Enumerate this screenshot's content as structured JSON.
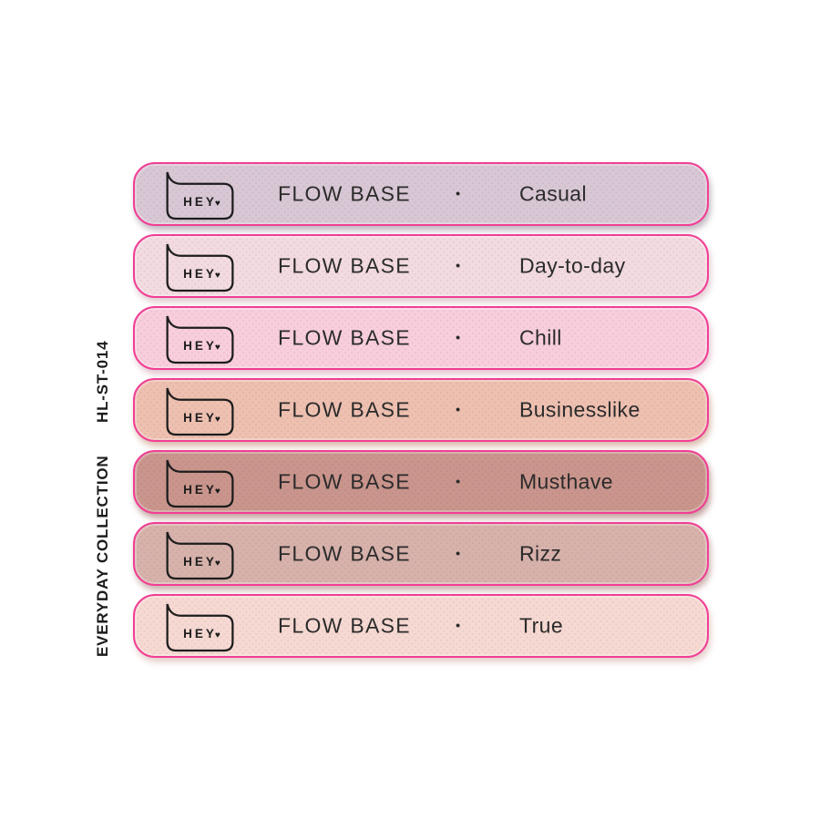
{
  "page": {
    "background": "#ffffff"
  },
  "side_labels": {
    "product_code": "HL-ST-014",
    "collection": "EVERYDAY COLLECTION"
  },
  "brand": {
    "logo_text": "HEY",
    "logo_heart": "♥"
  },
  "row_common": {
    "product_line": "FLOW BASE",
    "separator": "•"
  },
  "colors": {
    "border": "#f13e95",
    "text": "#2b2b2b",
    "logo_ink": "#1d1d1d",
    "label_ink": "#1c1c1c"
  },
  "shades": [
    {
      "name": "Casual",
      "bg": "#d8c7d5",
      "shadow": "rgba(148,128,146,0.55)"
    },
    {
      "name": "Day-to-day",
      "bg": "#f2dbe1",
      "shadow": "rgba(197,158,168,0.50)"
    },
    {
      "name": "Chill",
      "bg": "#f8cedc",
      "shadow": "rgba(206,142,164,0.50)"
    },
    {
      "name": "Businesslike",
      "bg": "#eec0b0",
      "shadow": "rgba(193,134,108,0.55)"
    },
    {
      "name": "Musthave",
      "bg": "#c9958c",
      "shadow": "rgba(150,92,86,0.55)"
    },
    {
      "name": "Rizz",
      "bg": "#d7b2ab",
      "shadow": "rgba(164,118,111,0.55)"
    },
    {
      "name": "True",
      "bg": "#f6d9d2",
      "shadow": "rgba(205,162,151,0.50)"
    }
  ]
}
